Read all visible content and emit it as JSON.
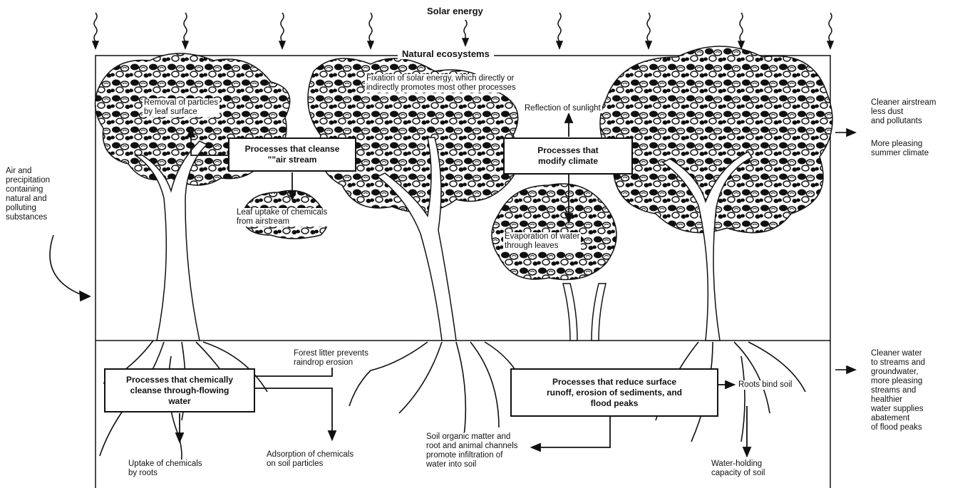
{
  "header": {
    "solar_energy": "Solar energy",
    "natural_ecosystems": "Natural ecosystems"
  },
  "boxes": {
    "cleanse_air": [
      "Processes that cleanse",
      "\"\"air stream"
    ],
    "modify_climate": [
      "Processes that",
      "modify climate"
    ],
    "chem_cleanse": [
      "Processes that chemically",
      "cleanse through-flowing",
      "water"
    ],
    "reduce_runoff": [
      "Processes that reduce surface",
      "runoff, erosion of sediments, and",
      "flood peaks"
    ]
  },
  "labels": {
    "removal_particles": [
      "Removal of particles",
      "by leaf surface"
    ],
    "fixation": [
      "Fixation of solar energy, which directly or",
      "indirectly promotes most other processes"
    ],
    "reflection": [
      "Reflection of sunlight"
    ],
    "leaf_uptake": [
      "Leaf uptake of chemicals",
      "from airstream"
    ],
    "evaporation": [
      "Evaporation of water",
      "through leaves"
    ],
    "forest_litter": [
      "Forest litter prevents",
      "raindrop erosion"
    ],
    "roots_bind": [
      "Roots bind soil"
    ],
    "soil_organic": [
      "Soil organic matter and",
      "root and animal channels",
      "promote infiltration of",
      "water into soil"
    ],
    "uptake_roots": [
      "Uptake of chemicals",
      "by roots"
    ],
    "adsorption": [
      "Adsorption of chemicals",
      "on soil particles"
    ],
    "water_holding": [
      "Water-holding",
      "capacity of soil"
    ]
  },
  "sides": {
    "air_in": [
      "Air and",
      "precipitation",
      "containing",
      "natural and",
      "polluting",
      "substances"
    ],
    "cleaner_air": [
      "Cleaner airstream",
      "less dust",
      "and pollutants"
    ],
    "summer": [
      "More pleasing",
      "summer climate"
    ],
    "cleaner_water": [
      "Cleaner water",
      "to streams and",
      "groundwater,",
      "more pleasing",
      "streams and",
      "healthier",
      "water supplies",
      "abatement",
      "of flood peaks"
    ]
  }
}
